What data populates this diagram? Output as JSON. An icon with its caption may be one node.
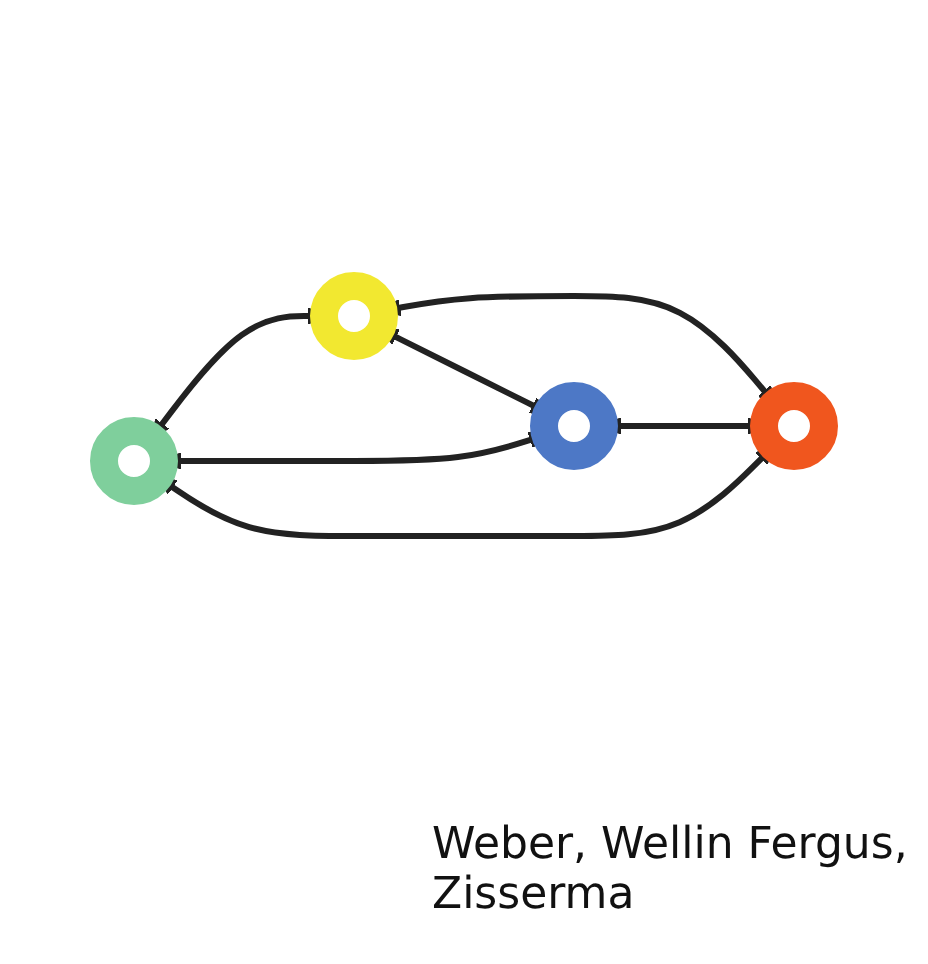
{
  "diagram": {
    "nodes": [
      {
        "text": [],
        "shape": "circle"
      },
      {
        "text": [],
        "shape": "circle"
      },
      {
        "text": [],
        "shape": "circle"
      },
      {
        "text": [],
        "shape": "circle"
      }
    ],
    "edges": [
      {
        "from": 0,
        "to": 1,
        "arrow": "both"
      },
      {
        "from": 1,
        "to": 2,
        "arrow": "both"
      },
      {
        "from": 0,
        "to": 3,
        "arrow": "both"
      },
      {
        "from": 0,
        "to": 2,
        "arrow": "both"
      },
      {
        "from": 1,
        "to": 3,
        "arrow": "both"
      },
      {
        "from": 3,
        "to": 2,
        "arrow": "both"
      }
    ],
    "labels": [
      "Weber, Wellin Fergus, Zisserma"
    ]
  }
}
